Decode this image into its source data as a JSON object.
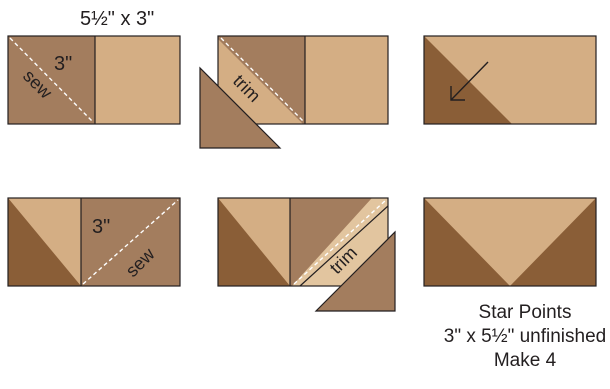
{
  "colors": {
    "tan_light": "#d4ae84",
    "tan_medium": "#a37d5e",
    "brown_dark": "#8a5e37",
    "cream": "#e2c59f",
    "stroke": "#231f20",
    "dashed_line": "#ffffff"
  },
  "labels": {
    "size_top": "5½\" x 3\"",
    "square_size_1": "3\"",
    "sew_1": "sew",
    "trim_1": "trim",
    "square_size_2": "3\"",
    "sew_2": "sew",
    "trim_2": "trim"
  },
  "caption": {
    "line1": "Star Points",
    "line2": "3\" x 5½\" unfinished",
    "line3": "Make 4"
  },
  "icons": {
    "press_arrow": "arrow-down-left-icon"
  }
}
